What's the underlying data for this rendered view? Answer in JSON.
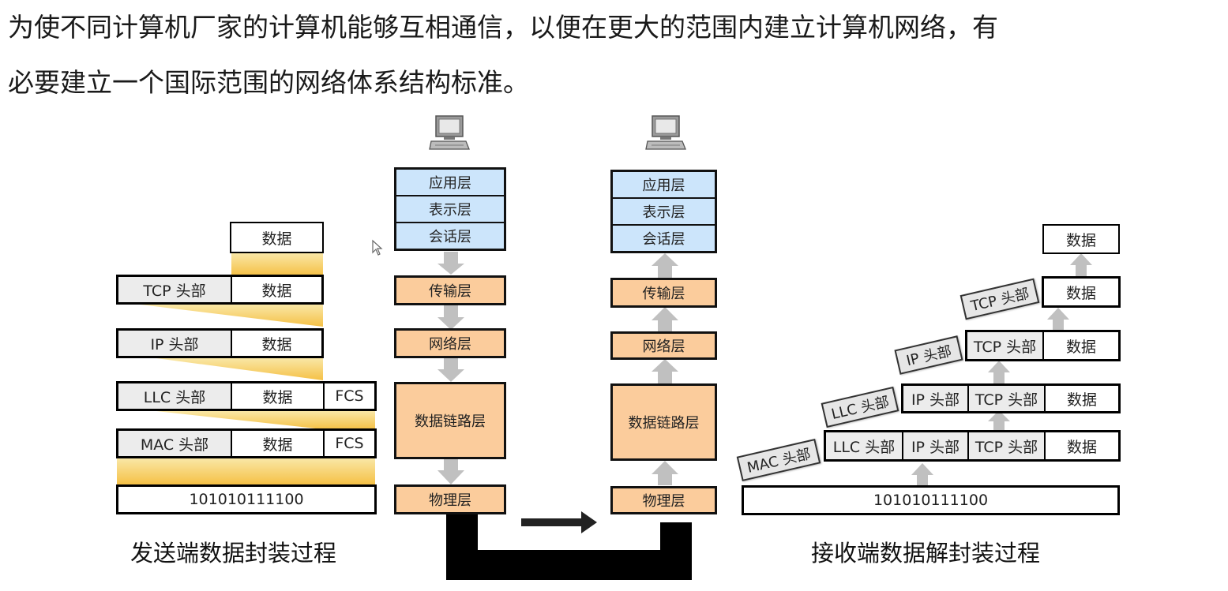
{
  "intro_text": {
    "line1": "为使不同计算机厂家的计算机能够互相通信，以便在更大的范围内建立计算机网络，有",
    "line2": "必要建立一个国际范围的网络体系结构标准。"
  },
  "sender": {
    "caption": "发送端数据封装过程",
    "data_row": {
      "data": "数据"
    },
    "tcp_row": {
      "header": "TCP 头部",
      "data": "数据"
    },
    "ip_row": {
      "header": "IP 头部",
      "data": "数据"
    },
    "llc_row": {
      "header": "LLC 头部",
      "data": "数据",
      "trailer": "FCS"
    },
    "mac_row": {
      "header": "MAC 头部",
      "data": "数据",
      "trailer": "FCS"
    },
    "bits": "101010111100"
  },
  "sender_stack": {
    "layers": [
      "应用层",
      "表示层",
      "会话层",
      "传输层",
      "网络层",
      "数据链路层",
      "物理层"
    ]
  },
  "receiver_stack": {
    "layers": [
      "应用层",
      "表示层",
      "会话层",
      "传输层",
      "网络层",
      "数据链路层",
      "物理层"
    ]
  },
  "receiver": {
    "caption": "接收端数据解封装过程",
    "bits": "101010111100",
    "mac_row": {
      "cells": [
        "LLC 头部",
        "IP 头部",
        "TCP 头部",
        "数据"
      ],
      "stripped": "MAC 头部"
    },
    "llc_row": {
      "cells": [
        "IP 头部",
        "TCP 头部",
        "数据"
      ],
      "stripped": "LLC 头部"
    },
    "ip_row": {
      "cells": [
        "TCP 头部",
        "数据"
      ],
      "stripped": "IP 头部"
    },
    "tcp_row": {
      "cells": [
        "数据"
      ],
      "stripped": "TCP 头部"
    },
    "data_row": {
      "data": "数据"
    }
  },
  "colors": {
    "upper_layer_fill": "#cce5fb",
    "lower_layer_fill": "#fbcc9c",
    "encapsulation_band": "#f5c146",
    "header_cell_fill": "#ececec",
    "flow_arrow": "#c0c0c0",
    "cable": "#000000"
  }
}
